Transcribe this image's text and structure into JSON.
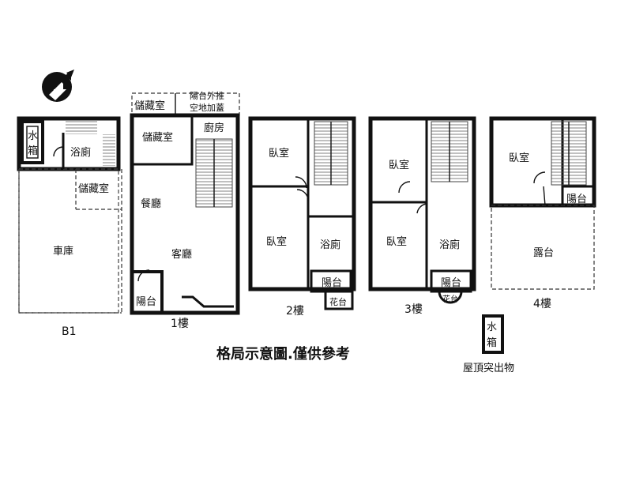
{
  "compass": {
    "label": "N",
    "icon": "north-arrow-icon"
  },
  "floors": {
    "b1": {
      "label": "B1",
      "rooms": {
        "tank": "水箱",
        "bath": "浴廁",
        "storage": "儲藏室",
        "garage": "車庫"
      }
    },
    "f1": {
      "label": "1樓",
      "rooms": {
        "storage_top": "儲藏室",
        "balcony_ext": "陽台外推\n空地加蓋",
        "storage": "儲藏室",
        "kitchen": "廚房",
        "dining": "餐廳",
        "living": "客廳",
        "balcony": "陽台"
      }
    },
    "f2": {
      "label": "2樓",
      "rooms": {
        "bed1": "臥室",
        "bed2": "臥室",
        "bath": "浴廁",
        "balcony": "陽台",
        "planter": "花台"
      }
    },
    "f3": {
      "label": "3樓",
      "rooms": {
        "bed1": "臥室",
        "bed2": "臥室",
        "bath": "浴廁",
        "balcony": "陽台",
        "planter": "花台"
      }
    },
    "f4": {
      "label": "4樓",
      "rooms": {
        "bed": "臥室",
        "balcony": "陽台",
        "terrace": "露台"
      }
    }
  },
  "roof": {
    "tank": "水箱",
    "label": "屋頂突出物"
  },
  "note": "格局示意圖.僅供參考"
}
